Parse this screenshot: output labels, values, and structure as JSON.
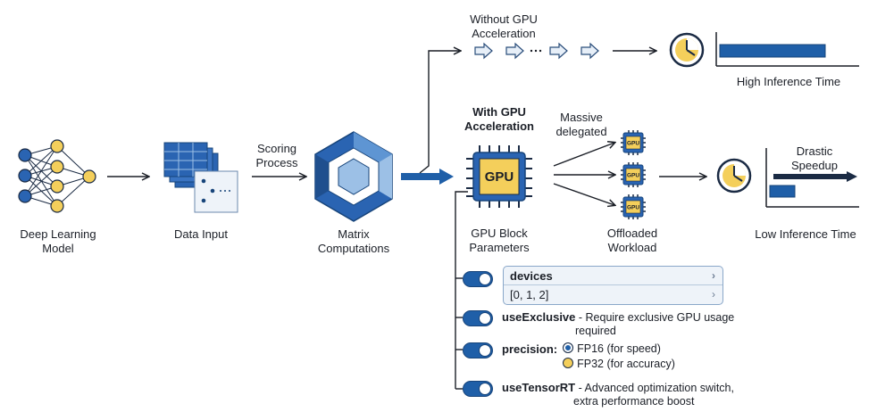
{
  "colors": {
    "primary": "#1f5fa8",
    "dark_blue": "#17447a",
    "light_blue": "#9cc0e6",
    "yellow": "#f4cf5b",
    "node_blue": "#2a64b2"
  },
  "stages": {
    "model": "Deep Learning\nModel",
    "data_input": "Data Input",
    "scoring": "Scoring\nProcess",
    "matrix": "Matrix\nComputations"
  },
  "top_path": {
    "title": "Without GPU\nAcceleration",
    "result": "High Inference Time",
    "bar_fraction": 1.0
  },
  "gpu_path": {
    "title": "With GPU\nAcceleration",
    "chip_label": "GPU",
    "delegated": "Massive\ndelegated",
    "mini_chip_label": "GPU",
    "block_label": "GPU Block\nParameters",
    "offloaded": "Offloaded\nWorkload",
    "speedup": "Drastic\nSpeedup",
    "result": "Low Inference Time",
    "bar_fraction": 0.27
  },
  "config": {
    "devices": {
      "key": "devices",
      "value": "[0, 1, 2]"
    },
    "use_exclusive": {
      "key": "useExclusive",
      "desc": "- Require exclusive GPU usage",
      "desc2": "required"
    },
    "precision": {
      "key": "precision:",
      "opt1": "FP16 (for speed)",
      "opt2": "FP32 (for accuracy)"
    },
    "tensor_rt": {
      "key": "useTensorRT",
      "desc": "- Advanced optimization switch,",
      "desc2": "extra performance boost"
    }
  }
}
